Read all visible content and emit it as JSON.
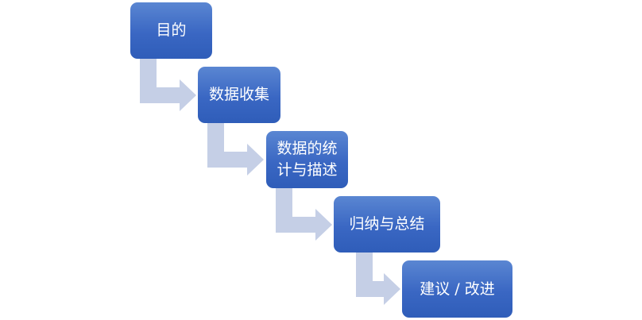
{
  "diagram": {
    "type": "step-down process",
    "colors": {
      "box": "#3a67c3",
      "arrow": "#c5cfe6",
      "text": "#ffffff"
    },
    "steps": [
      {
        "label": "目的"
      },
      {
        "label": "数据收集"
      },
      {
        "label": "数据的统计与描述"
      },
      {
        "label": "归纳与总结"
      },
      {
        "label": "建议 / 改进"
      }
    ]
  }
}
